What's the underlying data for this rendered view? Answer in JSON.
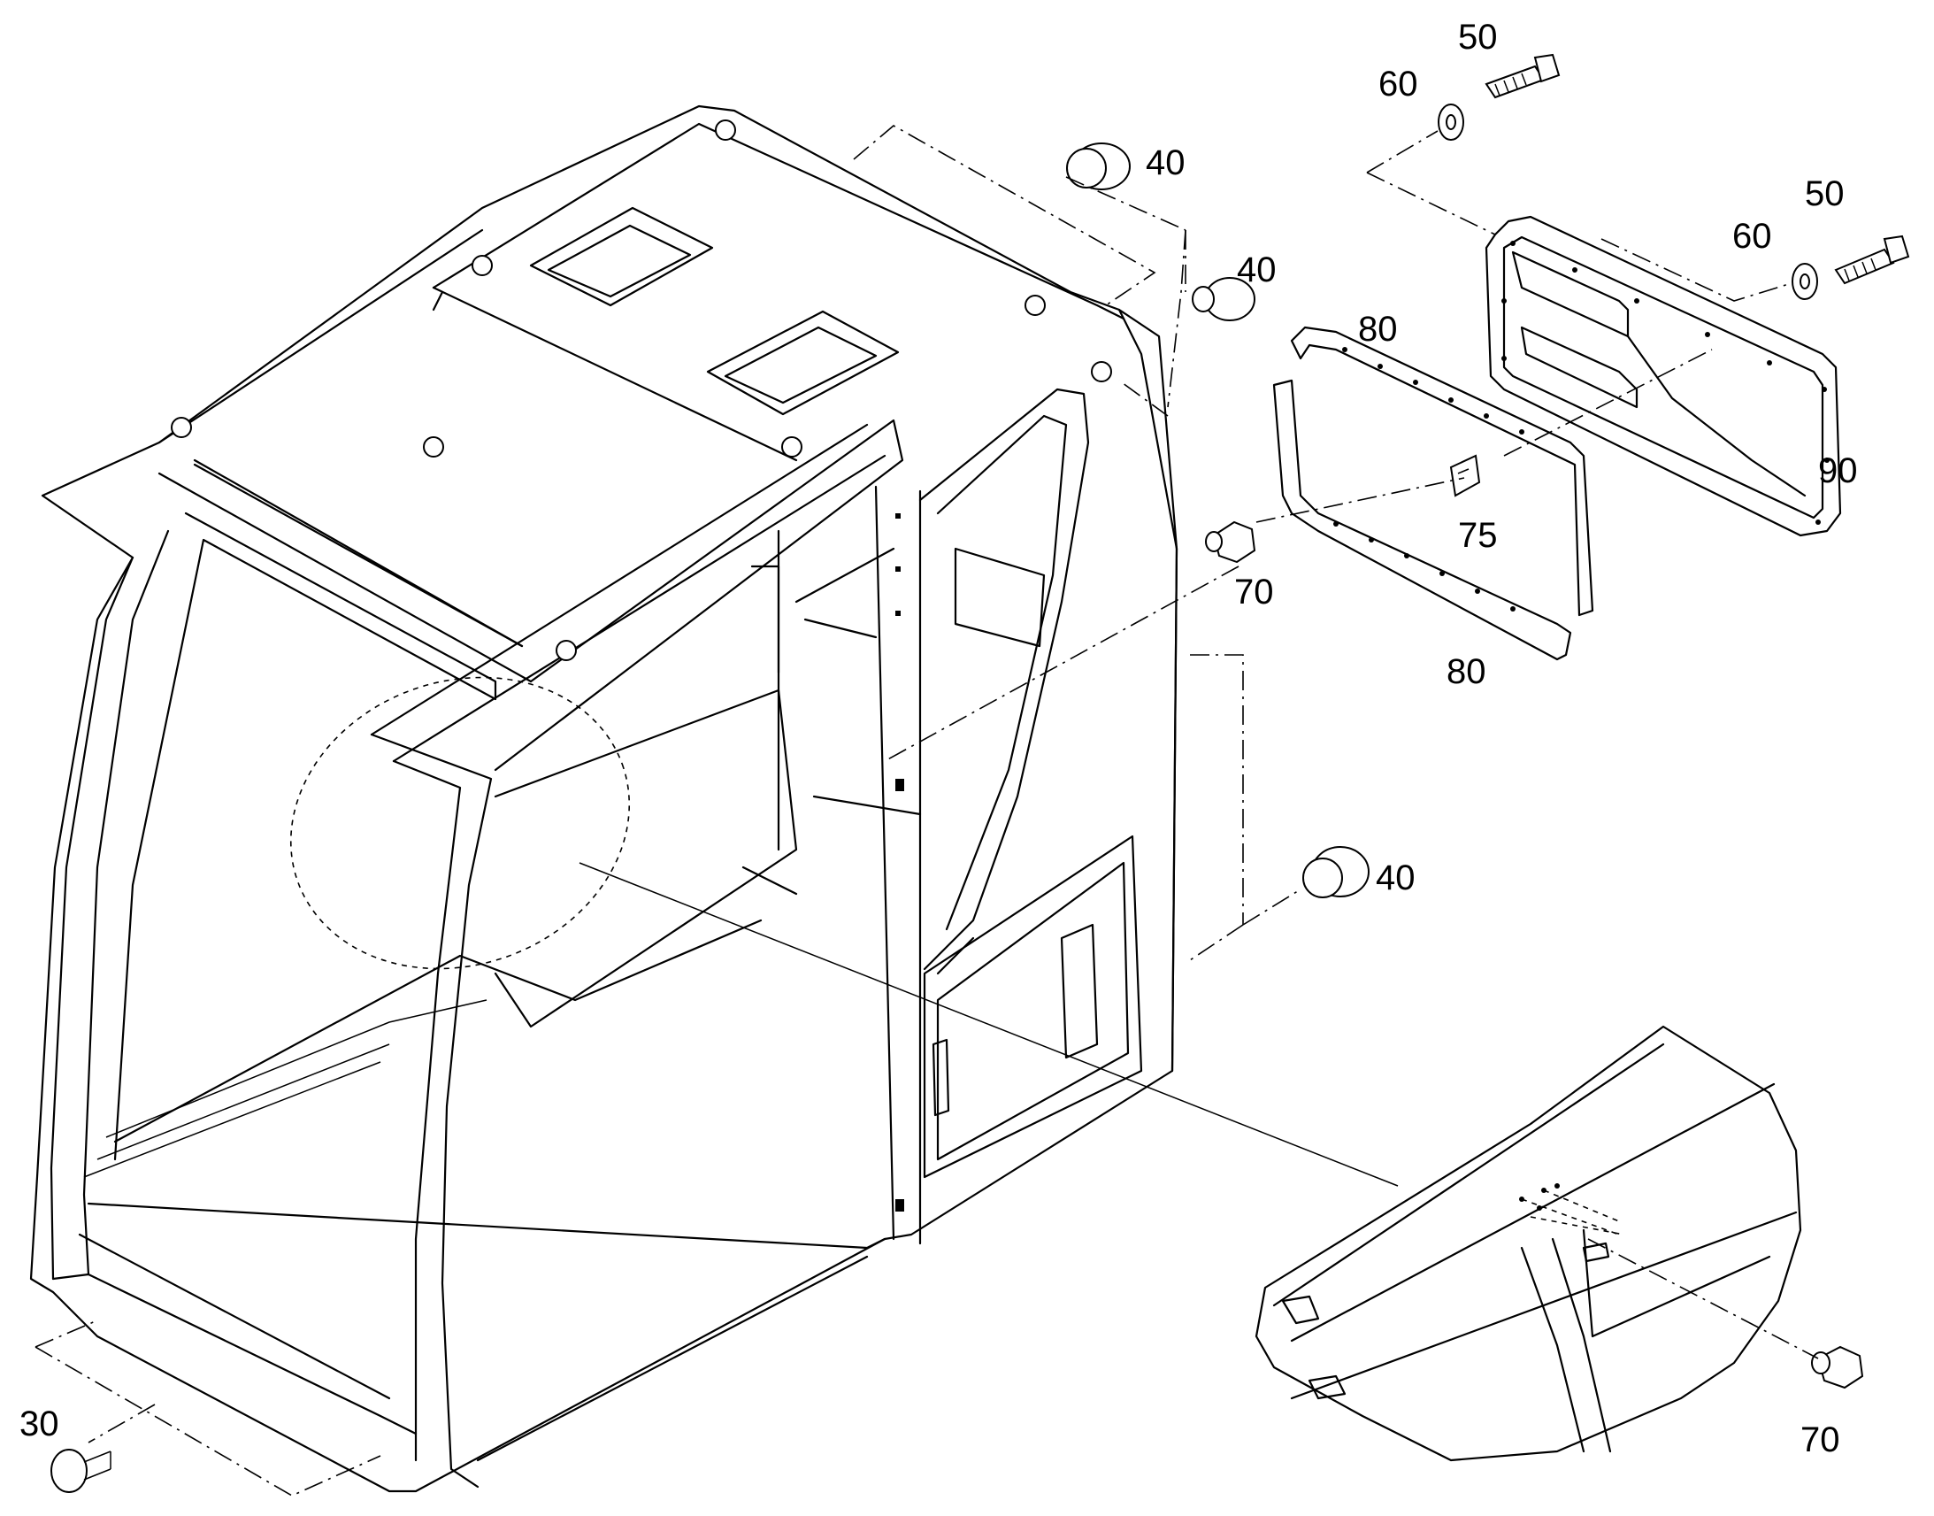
{
  "callouts": {
    "c50_top": "50",
    "c60_top": "60",
    "c40_top": "40",
    "c40_mid": "40",
    "c50_right": "50",
    "c60_right": "60",
    "c80_top": "80",
    "c90": "90",
    "c75": "75",
    "c70_mid": "70",
    "c80_bottom": "80",
    "c40_low": "40",
    "c30": "30",
    "c70_bottom": "70"
  },
  "icons": {
    "cab_frame": "excavator-cab-frame",
    "detail_view": "detail-magnifier-view",
    "cover_plate": "cover-plate",
    "gasket": "gasket-seal",
    "bolt": "bolt",
    "washer": "washer",
    "plug": "rubber-plug",
    "nut": "hex-nut",
    "clip": "clip-nut"
  }
}
